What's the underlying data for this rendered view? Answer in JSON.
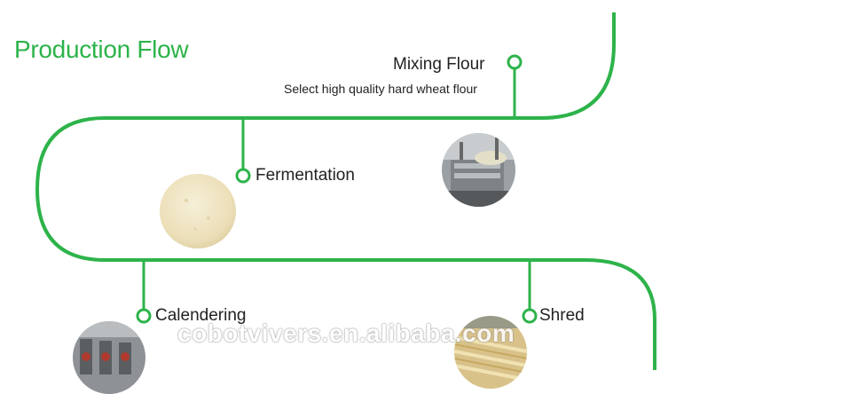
{
  "title": "Production Flow",
  "steps": [
    {
      "label": "Mixing Flour",
      "description": "Select high quality hard wheat flour"
    },
    {
      "label": "Fermentation"
    },
    {
      "label": "Calendering"
    },
    {
      "label": "Shred"
    }
  ],
  "watermark": "cobotvivers.en.alibaba.com",
  "colors": {
    "accent": "#2db34a"
  }
}
